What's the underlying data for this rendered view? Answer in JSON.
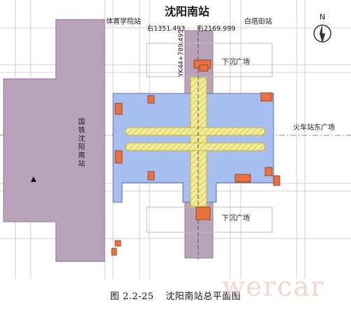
{
  "station_title": "沈阳南站",
  "stations": {
    "left": "体育学院站",
    "right": "白塔街站"
  },
  "chainage": {
    "left": "右1351.493",
    "right": "右2169.999",
    "vertical": "YK44+789.495"
  },
  "labels": {
    "plaza_north": "下沉广场",
    "plaza_south": "下沉广场",
    "east_plaza": "火车站东广场",
    "railway_station": "国铁沈阳南站"
  },
  "north_arrow": "N",
  "caption": {
    "number": "图 2.2-25",
    "title": "沈阳南站总平面图"
  },
  "watermark": "wercar",
  "colors": {
    "railway_block": "#b9a3b9",
    "station_blue": "#a7bff0",
    "hatch_yellow": "#f2ec9a",
    "building_orange": "#e8713f",
    "line_gray": "#c8c8c8"
  }
}
